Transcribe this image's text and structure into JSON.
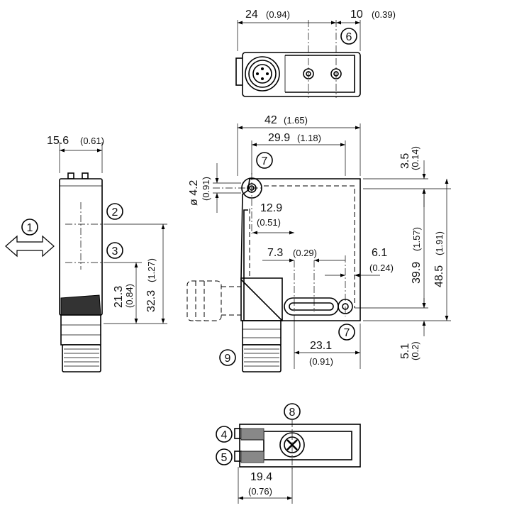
{
  "colors": {
    "line": "#000000",
    "background": "#ffffff"
  },
  "dimensions": {
    "top_width_mm": "24",
    "top_width_in": "(0.94)",
    "top_offset_mm": "10",
    "top_offset_in": "(0.39)",
    "side_width_mm": "15.6",
    "side_width_in": "(0.61)",
    "total_width_mm": "42",
    "total_width_in": "(1.65)",
    "hole_spacing_mm": "29.9",
    "hole_spacing_in": "(1.18)",
    "hole_dia_mm": "ø 4.2",
    "hole_dia_in": "(0.91)",
    "top_edge_mm": "3.5",
    "top_edge_in": "(0.14)",
    "lens_offset_mm": "12.9",
    "lens_offset_in": "(0.51)",
    "slot_width_mm": "7.3",
    "slot_width_in": "(0.29)",
    "right_offset_mm": "6.1",
    "right_offset_in": "(0.24)",
    "body_height_mm": "39.9",
    "body_height_in": "(1.57)",
    "total_height_mm": "48.5",
    "total_height_in": "(1.91)",
    "lower_height_mm": "21.3",
    "lower_height_in": "(0.84)",
    "upper_height_mm": "32.3",
    "upper_height_in": "(1.27)",
    "bottom_offset_mm": "23.1",
    "bottom_offset_in": "(0.91)",
    "bottom_edge_mm": "5.1",
    "bottom_edge_in": "(0.2)",
    "bottom_width_mm": "19.4",
    "bottom_width_in": "(0.76)"
  },
  "callouts": {
    "c1": "1",
    "c2": "2",
    "c3": "3",
    "c4": "4",
    "c5": "5",
    "c6": "6",
    "c7a": "7",
    "c7b": "7",
    "c8": "8",
    "c9": "9"
  }
}
